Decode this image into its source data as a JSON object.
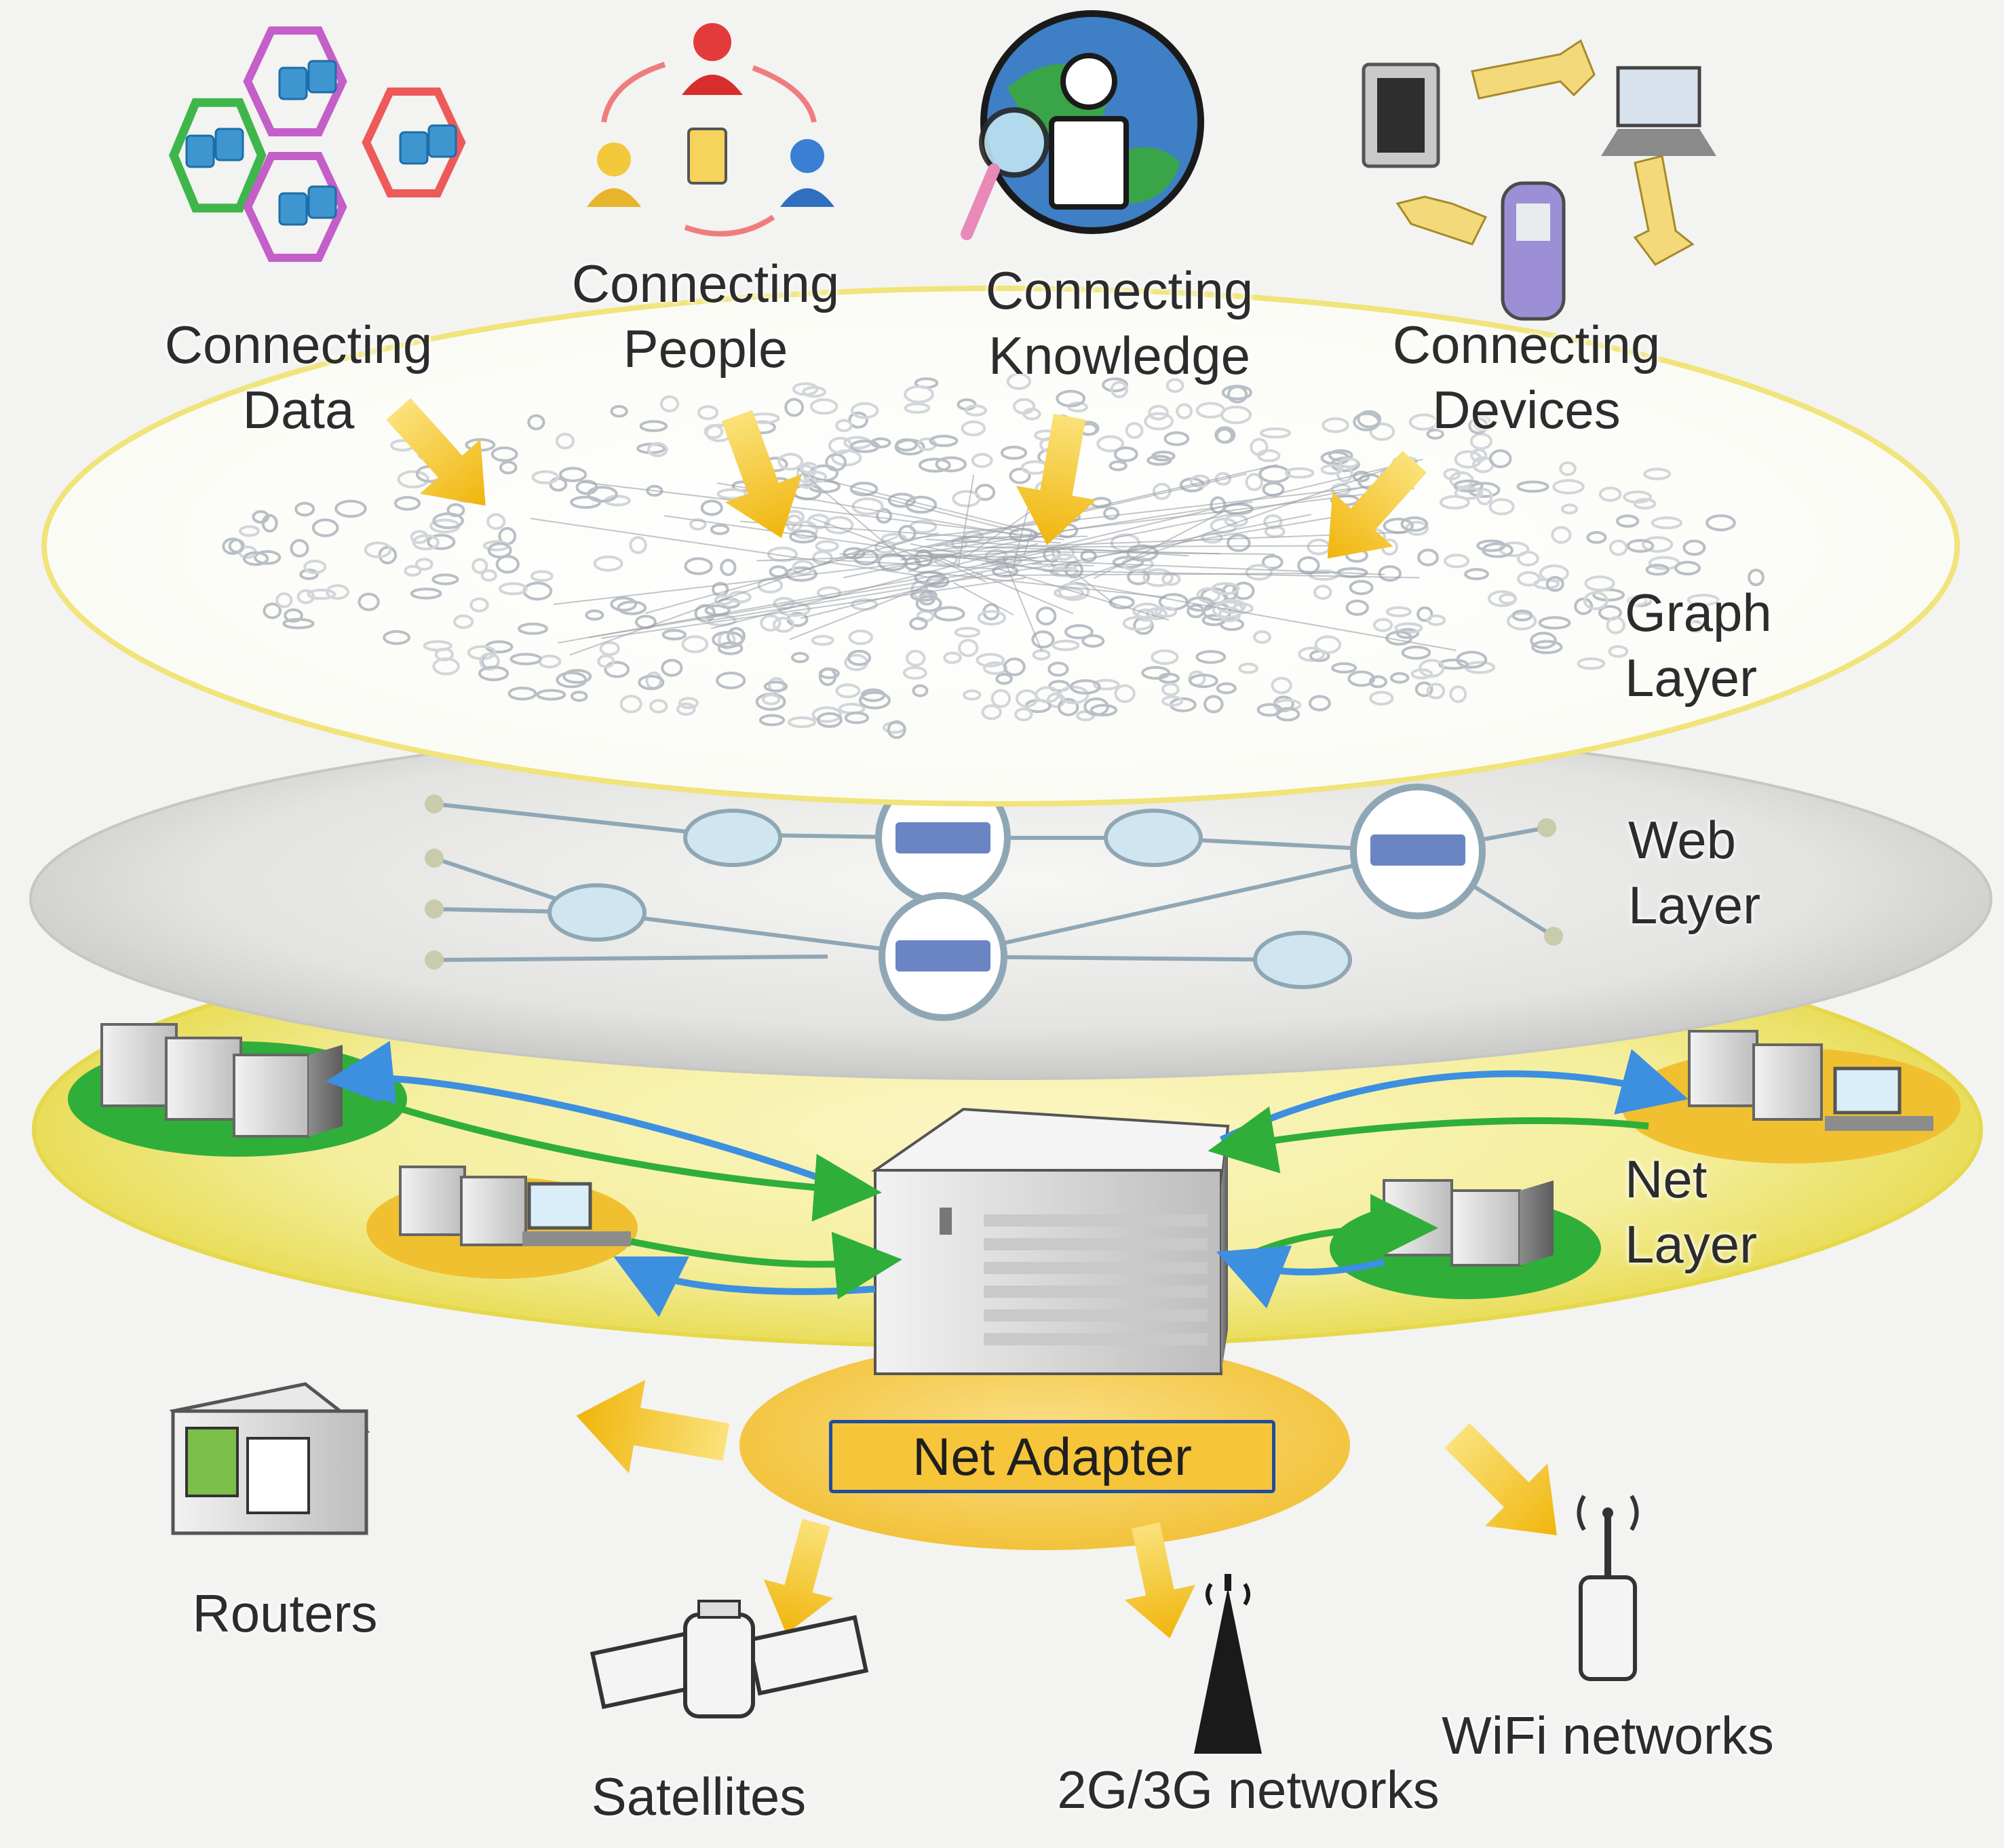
{
  "sources": {
    "data": [
      "Connecting",
      "Data"
    ],
    "people": [
      "Connecting",
      "People"
    ],
    "knowledge": [
      "Connecting",
      "Knowledge"
    ],
    "devices": [
      "Connecting",
      "Devices"
    ]
  },
  "layers": {
    "graph": [
      "Graph",
      "Layer"
    ],
    "web": [
      "Web",
      "Layer"
    ],
    "net": [
      "Net",
      "Layer"
    ]
  },
  "adapter": "Net Adapter",
  "outputs": {
    "routers": "Routers",
    "satellites": "Satellites",
    "cellular": "2G/3G networks",
    "wifi": "WiFi networks"
  },
  "colors": {
    "graph_outline": "#f0e47a",
    "web_disk": "#dcdcdc",
    "net_disk": "#f4ee9c",
    "arrow_yellow": "#f5c117",
    "link_green": "#2fae3a",
    "link_blue": "#3d8fe0",
    "adapter_border": "#1f4e9e"
  }
}
